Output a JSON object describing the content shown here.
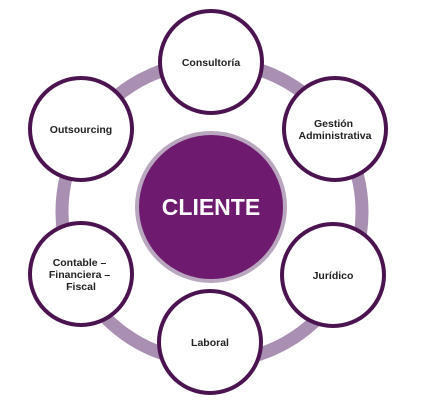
{
  "center": {
    "label": "CLIENTE"
  },
  "nodes": [
    {
      "id": "consultoria",
      "lines": [
        "Consultoría"
      ]
    },
    {
      "id": "gestion-administrativa",
      "lines": [
        "Gestión",
        "Administrativa"
      ]
    },
    {
      "id": "juridico",
      "lines": [
        "Jurídico"
      ]
    },
    {
      "id": "laboral",
      "lines": [
        "Laboral"
      ]
    },
    {
      "id": "contable-financiera-fiscal",
      "lines": [
        "Contable –",
        "Financiera –",
        "Fiscal"
      ]
    },
    {
      "id": "outsourcing",
      "lines": [
        "Outsourcing"
      ]
    }
  ],
  "colors": {
    "ring": "#a98fb1",
    "node_border": "#4b1450",
    "node_fill": "#ffffff",
    "center_fill": "#6e1a6e",
    "center_border": "#b9a6bf",
    "text": "#222222"
  }
}
